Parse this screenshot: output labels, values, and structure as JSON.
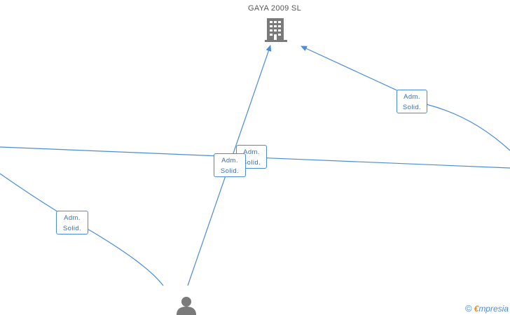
{
  "company": {
    "name": "GAYA 2009 SL",
    "icon": "building-icon"
  },
  "person": {
    "icon": "person-icon"
  },
  "edges": [
    {
      "id": "edge-1",
      "label_line1": "Adm.",
      "label_line2": "Solid."
    },
    {
      "id": "edge-2",
      "label_line1": "Adm.",
      "label_line2": "Solid."
    },
    {
      "id": "edge-3",
      "label_line1": "Adm.",
      "label_line2": "Solid."
    },
    {
      "id": "edge-4",
      "label_line1": "Adm.",
      "label_line2": "Solid."
    }
  ],
  "brand": {
    "copyright": "©",
    "e": "€",
    "rest": "mpresia"
  },
  "colors": {
    "edge": "#4a8cd8",
    "icon": "#7a7a7a",
    "text": "#555555",
    "brand_accent": "#f08a1a"
  }
}
